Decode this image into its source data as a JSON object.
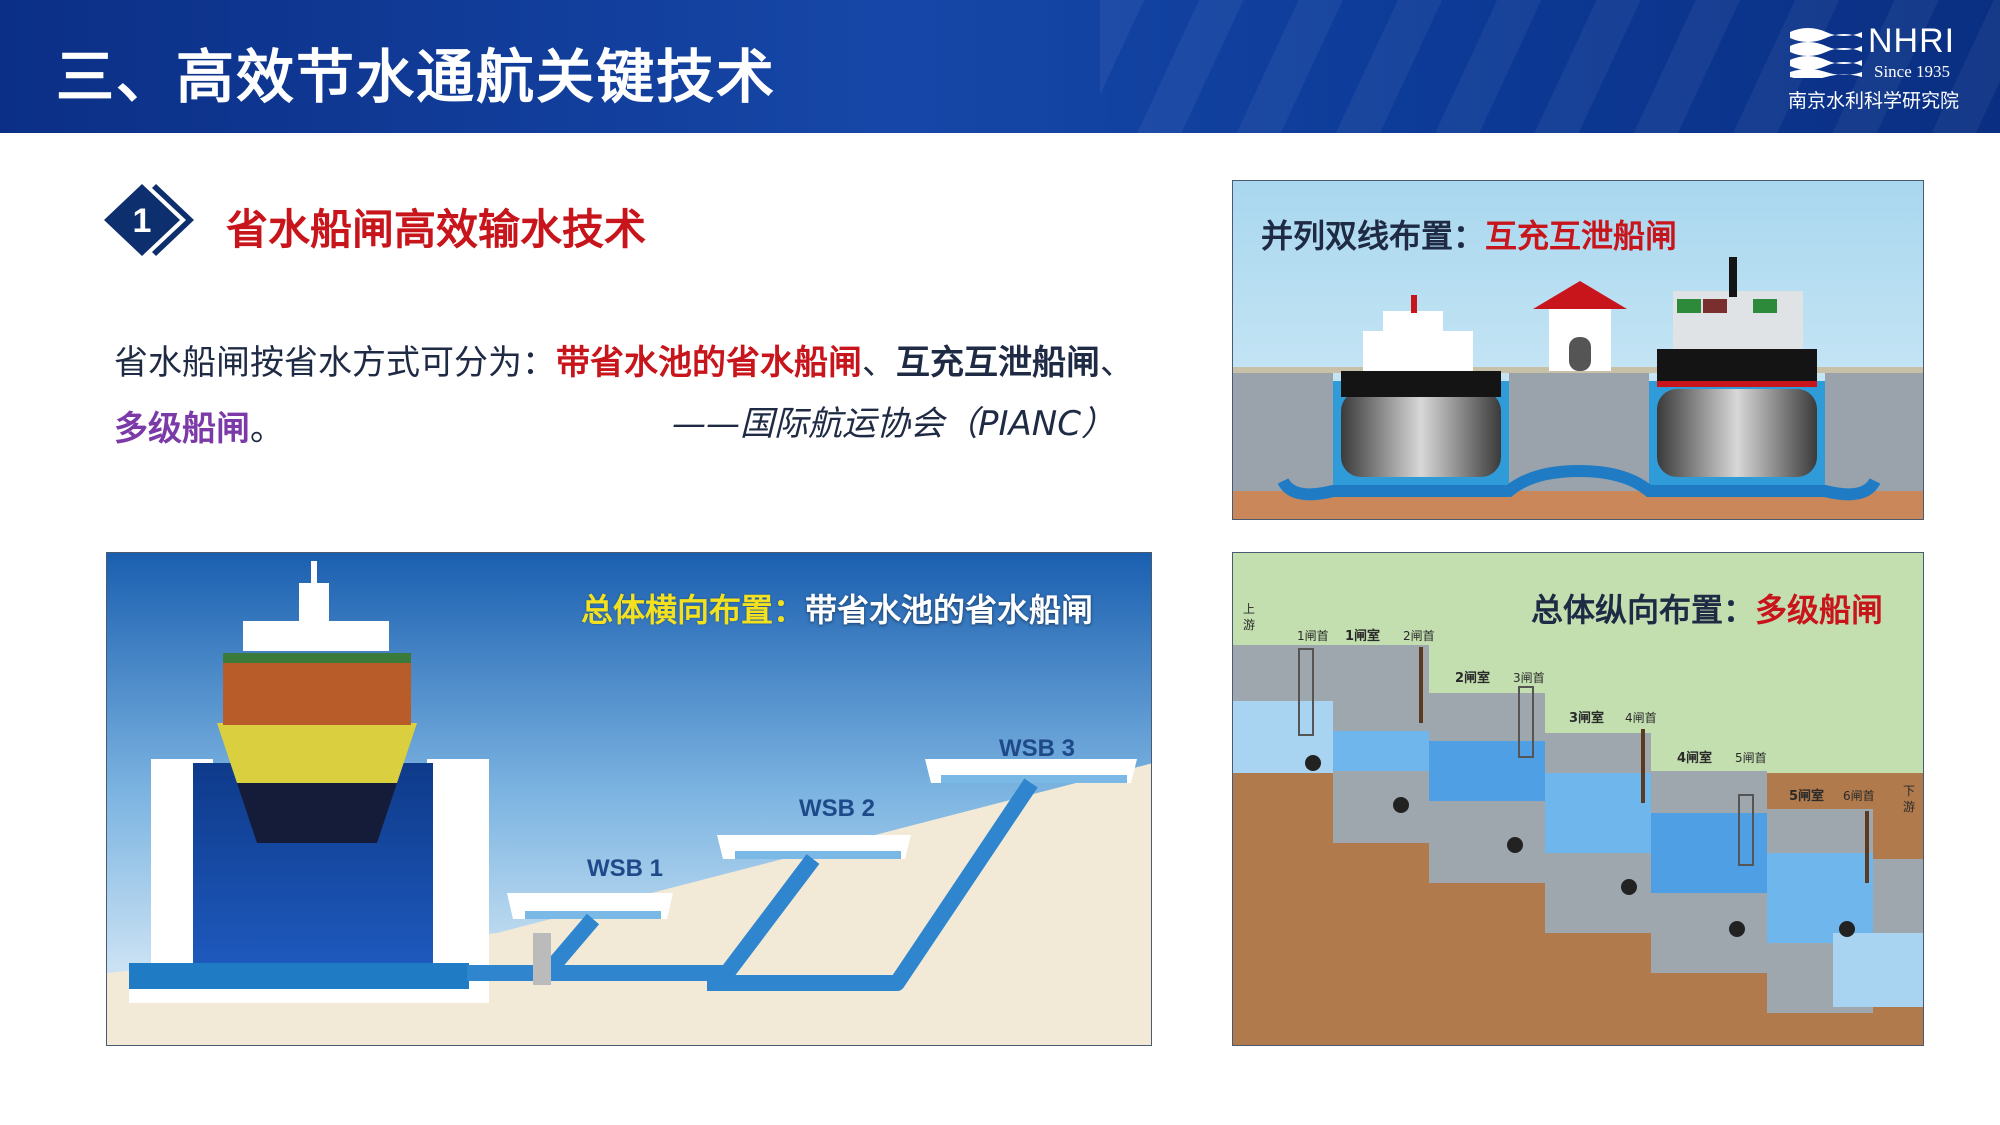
{
  "header": {
    "title": "三、高效节水通航关键技术",
    "logo": {
      "name": "NHRI",
      "since": "Since 1935",
      "org": "南京水利科学研究院"
    }
  },
  "section": {
    "number": "1",
    "title": "省水船闸高效输水技术"
  },
  "paragraph": {
    "lead": "省水船闸按省水方式可分为：",
    "type1": "带省水池的省水船闸",
    "sep1": "、",
    "type2": "互充互泄船闸",
    "sep2": "、",
    "type3": "多级船闸",
    "end": "。",
    "citation": "——国际航运协会（PIANC）"
  },
  "panels": {
    "top_right": {
      "caption_label": "并列双线布置：",
      "caption_value": "互充互泄船闸"
    },
    "bottom_left": {
      "caption_label": "总体横向布置：",
      "caption_value": "带省水池的省水船闸",
      "basins": [
        "WSB 1",
        "WSB 2",
        "WSB 3"
      ]
    },
    "bottom_right": {
      "caption_label": "总体纵向布置：",
      "caption_value": "多级船闸",
      "labels": {
        "upstream": "上游",
        "downstream": "下游",
        "gate1": "1闸首",
        "chamber1": "1闸室",
        "gate2": "2闸首",
        "chamber2": "2闸室",
        "gate3": "3闸首",
        "chamber3": "3闸室",
        "gate4": "4闸首",
        "chamber4": "4闸室",
        "gate5": "5闸首",
        "chamber5": "5闸室",
        "gate6": "6闸首"
      }
    }
  },
  "colors": {
    "header": "#0d3b98",
    "accent_red": "#c8141b",
    "accent_purple": "#7c3aa8",
    "accent_yellow": "#f3e120"
  }
}
